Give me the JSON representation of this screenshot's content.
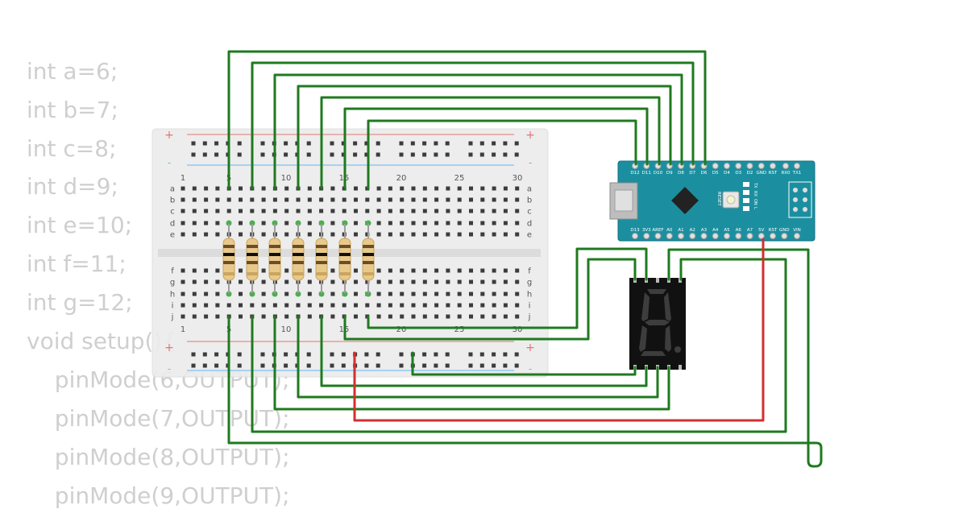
{
  "code_lines": [
    "int a=6;",
    "int b=7;",
    "int c=8;",
    "int d=9;",
    "int e=10;",
    "int f=11;",
    "int g=12;",
    "void setup(){",
    "  pinMode(6,OUTPUT);",
    "  pinMode(7,OUTPUT);",
    "  pinMode(8,OUTPUT);",
    "  pinMode(9,OUTPUT);"
  ],
  "breadboard": {
    "column_numbers": [
      "1",
      "5",
      "10",
      "15",
      "20",
      "25",
      "30"
    ],
    "top_rows": [
      "a",
      "b",
      "c",
      "d",
      "e"
    ],
    "bottom_rows": [
      "f",
      "g",
      "h",
      "i",
      "j"
    ],
    "rail_plus": "+",
    "rail_minus": "-"
  },
  "arduino": {
    "top_pins": [
      "D12",
      "D11",
      "D10",
      "D9",
      "D8",
      "D7",
      "D6",
      "D5",
      "D4",
      "D3",
      "D2",
      "GND",
      "RST",
      "RX0",
      "TX1"
    ],
    "bottom_pins": [
      "D13",
      "3V3",
      "AREF",
      "A0",
      "A1",
      "A2",
      "A3",
      "A4",
      "A5",
      "A6",
      "A7",
      "5V",
      "RST",
      "GND",
      "VIN"
    ],
    "reset_label": "RESET",
    "led_labels": [
      "TX",
      "RX",
      "ON",
      "L"
    ]
  },
  "resistor_count": 7,
  "wire_colors": {
    "signal": "#1f7a1f",
    "power": "#d32f2f"
  },
  "board_color": "#1b8fa0",
  "display_color": "#111111"
}
